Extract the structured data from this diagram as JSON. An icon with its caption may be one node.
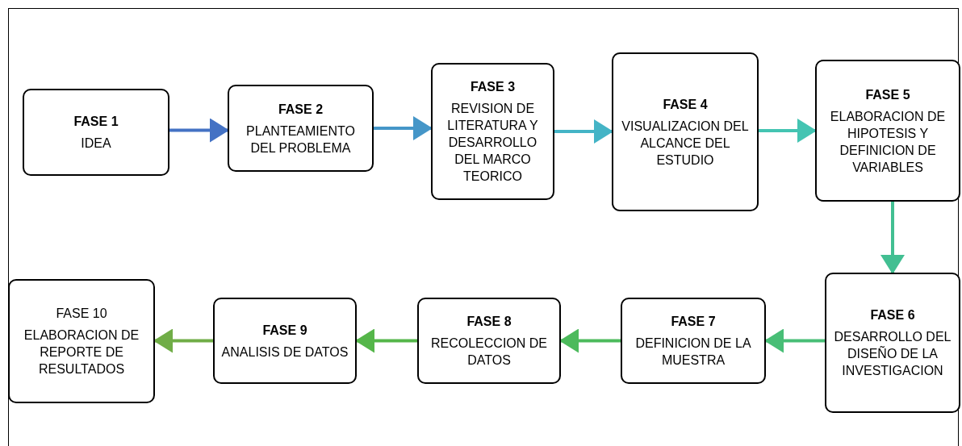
{
  "diagram": {
    "nodes": [
      {
        "text": [
          "FASE 1",
          "IDEA"
        ]
      },
      {
        "text": [
          "FASE 2",
          "PLANTEAMIENTO DEL PROBLEMA"
        ]
      },
      {
        "text": [
          "FASE 3",
          "REVISION DE LITERATURA Y DESARROLLO DEL MARCO TEORICO"
        ]
      },
      {
        "text": [
          "FASE 4",
          "VISUALIZACION DEL ALCANCE DEL ESTUDIO"
        ]
      },
      {
        "text": [
          "FASE 5",
          "ELABORACION DE HIPOTESIS Y DEFINICION DE VARIABLES"
        ]
      },
      {
        "text": [
          "FASE 6",
          "DESARROLLO DEL DISEÑO DE LA INVESTIGACION"
        ]
      },
      {
        "text": [
          "FASE 7",
          "DEFINICION DE LA MUESTRA"
        ]
      },
      {
        "text": [
          "FASE 8",
          "RECOLECCION DE DATOS"
        ]
      },
      {
        "text": [
          "FASE 9",
          "ANALISIS DE DATOS"
        ]
      },
      {
        "text": [
          "FASE 10",
          "ELABORACION DE REPORTE DE RESULTADOS"
        ]
      }
    ],
    "edges": [
      {
        "from": 0,
        "to": 1,
        "arrow": "to",
        "color": "#4472c4"
      },
      {
        "from": 1,
        "to": 2,
        "arrow": "to",
        "color": "#4596c8"
      },
      {
        "from": 2,
        "to": 3,
        "arrow": "to",
        "color": "#44b4c6"
      },
      {
        "from": 3,
        "to": 4,
        "arrow": "to",
        "color": "#44c4b2"
      },
      {
        "from": 4,
        "to": 5,
        "arrow": "to",
        "color": "#42bf92"
      },
      {
        "from": 5,
        "to": 6,
        "arrow": "to",
        "color": "#48be76"
      },
      {
        "from": 6,
        "to": 7,
        "arrow": "to",
        "color": "#4cba5c"
      },
      {
        "from": 7,
        "to": 8,
        "arrow": "to",
        "color": "#55b64a"
      },
      {
        "from": 8,
        "to": 9,
        "arrow": "to",
        "color": "#70ad47"
      }
    ]
  }
}
